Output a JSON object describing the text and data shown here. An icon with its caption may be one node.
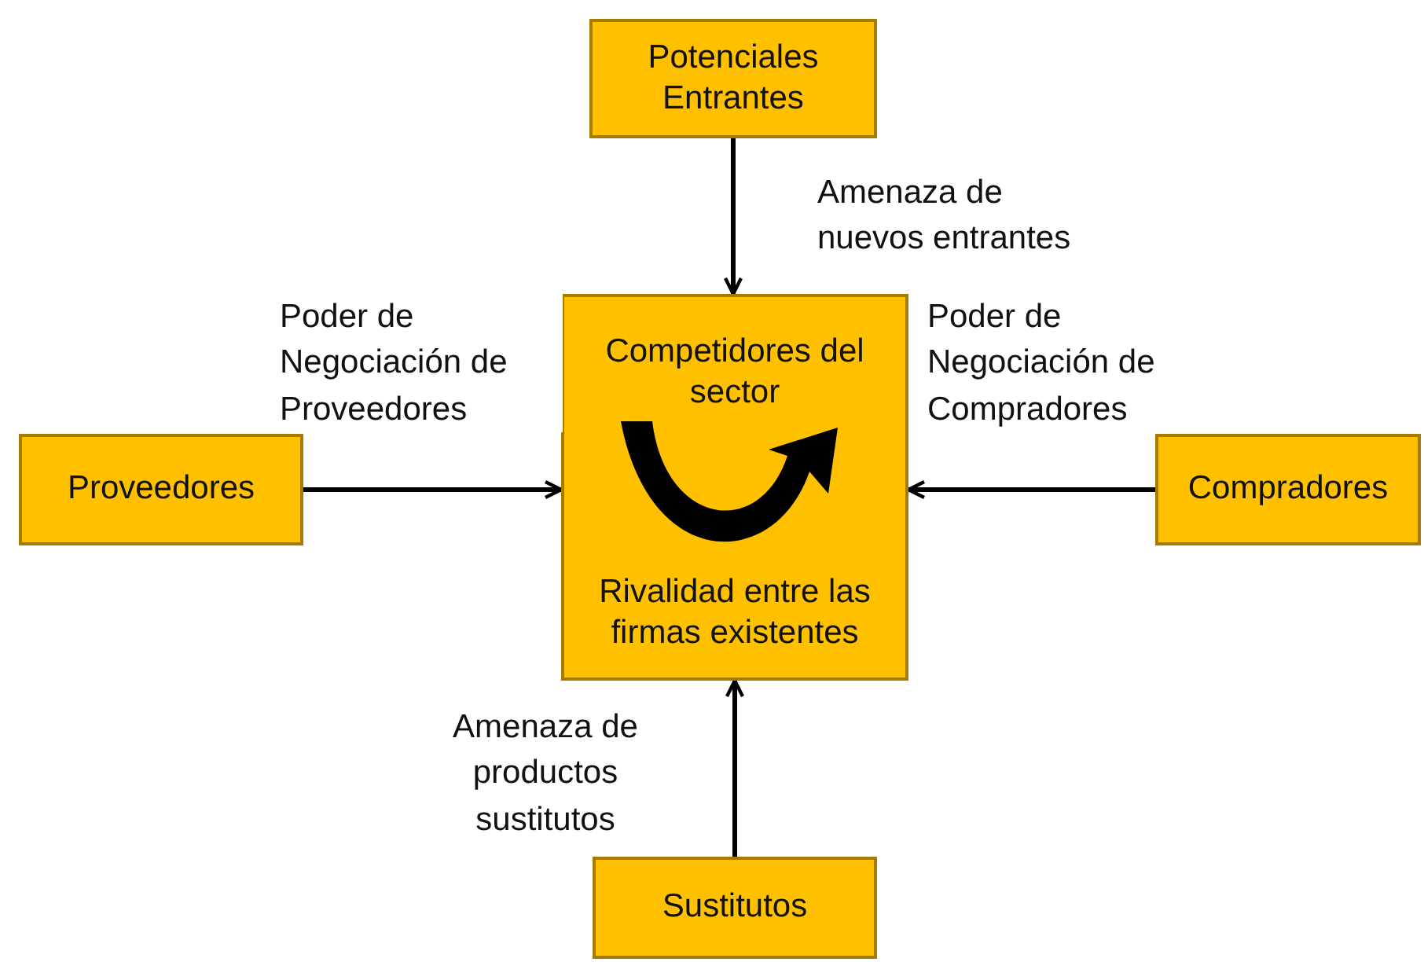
{
  "diagram": {
    "nodes": [
      {
        "text": [
          "Potenciales Entrantes"
        ]
      },
      {
        "text": [
          "Competidores del sector",
          "Rivalidad entre las firmas existentes"
        ]
      },
      {
        "text": [
          "Proveedores"
        ]
      },
      {
        "text": [
          "Compradores"
        ]
      },
      {
        "text": [
          "Sustitutos"
        ]
      }
    ],
    "edges": [
      {
        "from": 0,
        "to": 1,
        "arrow": "to",
        "label": "Amenaza de nuevos entrantes"
      },
      {
        "from": 2,
        "to": 1,
        "arrow": "to",
        "label": "Poder de Negociación de Proveedores"
      },
      {
        "from": 3,
        "to": 1,
        "arrow": "to",
        "label": "Poder de Negociación de Compradores"
      },
      {
        "from": 4,
        "to": 1,
        "arrow": "to",
        "label": "Amenaza de productos sustitutos"
      }
    ]
  }
}
